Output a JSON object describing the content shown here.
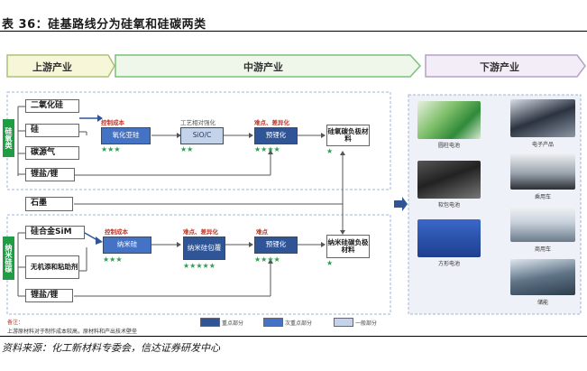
{
  "header": {
    "title": "表 36：硅基路线分为硅氧和硅碳两类"
  },
  "phases": {
    "upstream": "上游产业",
    "midstream": "中游产业",
    "downstream": "下游产业"
  },
  "silicon_oxygen": {
    "tab": "硅氧类",
    "inputs": [
      "二氧化硅",
      "硅",
      "碳源气",
      "锂盐/锂"
    ],
    "note1": "控制成本",
    "node1": "氧化亚硅",
    "note2": "工艺相对强化",
    "node2": "SiO/C",
    "note3": "难点、差异化",
    "node3": "预锂化",
    "product": "硅氧碳负极材料"
  },
  "graphite": "石墨",
  "silicon_carbon": {
    "tab": "纳米硅碳",
    "inputs": [
      "硅合金SiM",
      "无机添和粘助剂",
      "锂盐/锂"
    ],
    "note1": "控制成本",
    "node1": "纳米硅",
    "note2": "难点、差异化",
    "node2": "纳米硅包覆",
    "note3": "难点",
    "node3": "预锂化",
    "product": "纳米硅碳负极材料"
  },
  "downstream_items": [
    "圆柱电池",
    "软包电池",
    "方形电池",
    "电子产品",
    "乘用车",
    "商用车",
    "储能"
  ],
  "legend": {
    "items": [
      "重点部分",
      "次重点部分",
      "一般部分"
    ],
    "note_label": "备注：",
    "note_text": "上游原材料对于制作成本较高，原材料和产出技术壁垒"
  },
  "source": "资料来源：化工新材料专委会，信达证券研发中心",
  "colors": {
    "dark": "#2f5597",
    "mid": "#4472c4",
    "light": "#c5d3ea",
    "green": "#1e9d45"
  }
}
